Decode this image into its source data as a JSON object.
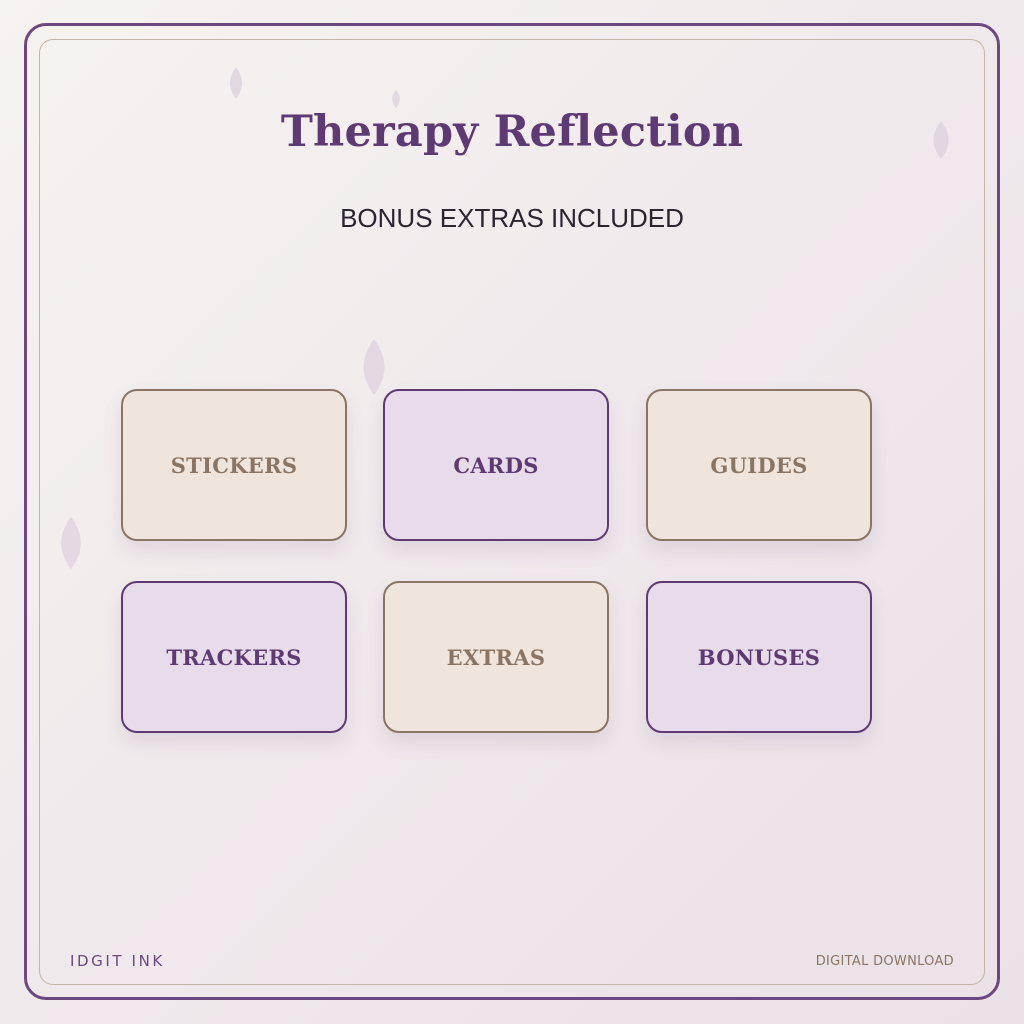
{
  "header": {
    "title": "Therapy Reflection",
    "subtitle": "BONUS EXTRAS INCLUDED"
  },
  "cards": [
    {
      "label": "STICKERS",
      "style": "beige"
    },
    {
      "label": "CARDS",
      "style": "lavender"
    },
    {
      "label": "GUIDES",
      "style": "beige"
    },
    {
      "label": "TRACKERS",
      "style": "lavender"
    },
    {
      "label": "EXTRAS",
      "style": "beige"
    },
    {
      "label": "BONUSES",
      "style": "lavender"
    }
  ],
  "footer": {
    "brand": "IDGIT INK",
    "tag": "DIGITAL DOWNLOAD"
  },
  "colors": {
    "accent_purple": "#5d3a73",
    "frame_purple": "#6b4880",
    "beige_fill": "#efe5dc",
    "beige_border": "#8a7565",
    "lavender_fill": "#e8dcea",
    "background": "#f2ecee"
  },
  "icons": [
    "leaf-decoration-icon"
  ]
}
